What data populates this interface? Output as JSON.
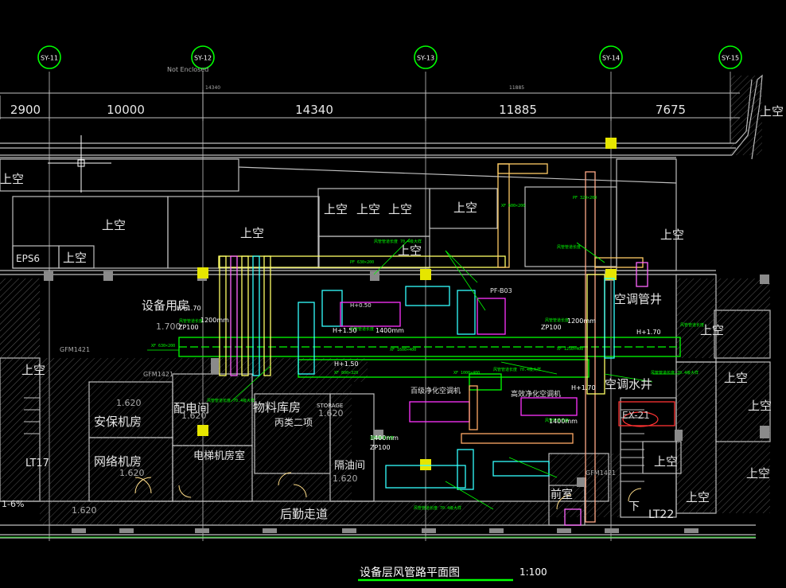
{
  "drawing": {
    "title": "设备层风管路平面图",
    "scale": "1:100",
    "note_not_enclosed": "Not Enclosed"
  },
  "grid": {
    "axes": [
      "SY-11",
      "SY-12",
      "SY-13",
      "SY-14",
      "SY-15"
    ],
    "dimensions": [
      "2900",
      "10000",
      "14340",
      "11885",
      "7675"
    ],
    "small_dims": [
      "14340",
      "11885"
    ]
  },
  "colors": {
    "background": "#000000",
    "wall": "#bfbfbf",
    "duct_yellow": "#ffff66",
    "duct_green": "#00ff00",
    "duct_magenta": "#ff33ff",
    "duct_cyan": "#33ffff",
    "duct_orange": "#ff9966",
    "axis_circle": "#00ff00",
    "column_fill": "#e6e600",
    "red_mark": "#ff3333"
  },
  "rooms": {
    "void": "上空",
    "eps": "EPS6",
    "equipment_room": "设备用房",
    "equipment_level": "1.700",
    "security_room": "安保机房",
    "security_level": "1.620",
    "network_room": "网络机房",
    "network_level": "1.620",
    "power_room": "配电间",
    "power_level": "1.620",
    "elevator_room": "电梯机房室",
    "storage": "物料库房",
    "storage_en": "STORAGE",
    "storage_sub": "丙类二项",
    "storage_level": "1.620",
    "oil_room": "隔油间",
    "oil_level": "1.620",
    "back_corridor": "后勤走道",
    "corridor_level": "1.620",
    "ac_shaft": "空调管井",
    "ac_shaft2": "空调水井",
    "lt": "LT22",
    "lt2": "LT17",
    "ex": "EX-21",
    "ramp": "1-6%",
    "front_room": "前室",
    "down": "下",
    "ahu_left": "百级净化空调机",
    "ahu_right": "高效净化空调机",
    "pf": "PF-B03",
    "hw": "H+0.50"
  },
  "duct_labels": {
    "h170a": "H+1.70",
    "h170b": "H+1.70",
    "h170c": "H+1.70",
    "h150a": "H+1.50",
    "h150b": "H+1.50",
    "zp100a": "ZP100",
    "zp100b": "ZP100",
    "zp100c": "ZP100",
    "len1200a": "1200mm",
    "len1200b": "1200mm",
    "len1400a": "1400mm",
    "len1400b": "1400mm",
    "len1400c": "1400mm",
    "gfm1": "GFM1421",
    "gfm2": "GFM1421",
    "gfm3": "GFM1421"
  }
}
